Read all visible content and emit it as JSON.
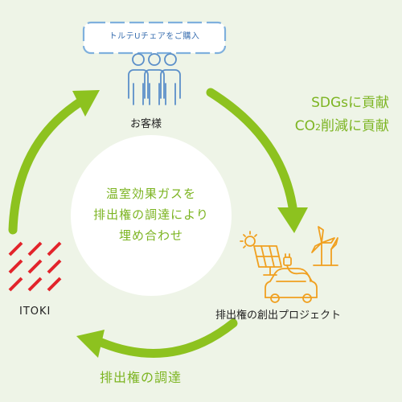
{
  "top_bubble": {
    "text": "トルテUチェアをご購入"
  },
  "center": {
    "line1": "温室効果ガスを",
    "line2": "排出権の調達により",
    "line3": "埋め合わせ"
  },
  "nodes": {
    "customer": "お客様",
    "itoki": "ITOKI",
    "project": "排出権の創出プロジェクト"
  },
  "arrows": {
    "sdgs": "SDGsに貢献",
    "co2_prefix": "CO",
    "co2_sub": "2",
    "co2_suffix": "削減に貢献",
    "procure": "排出権の調達"
  },
  "colors": {
    "accent_green": "#8dc21f",
    "text_green": "#7cb421",
    "bubble_blue": "#3a6fb0",
    "people_blue": "#5b8fc9",
    "icon_orange": "#f0a020",
    "itoki_red": "#e2242b",
    "background": "#eef4e7"
  }
}
